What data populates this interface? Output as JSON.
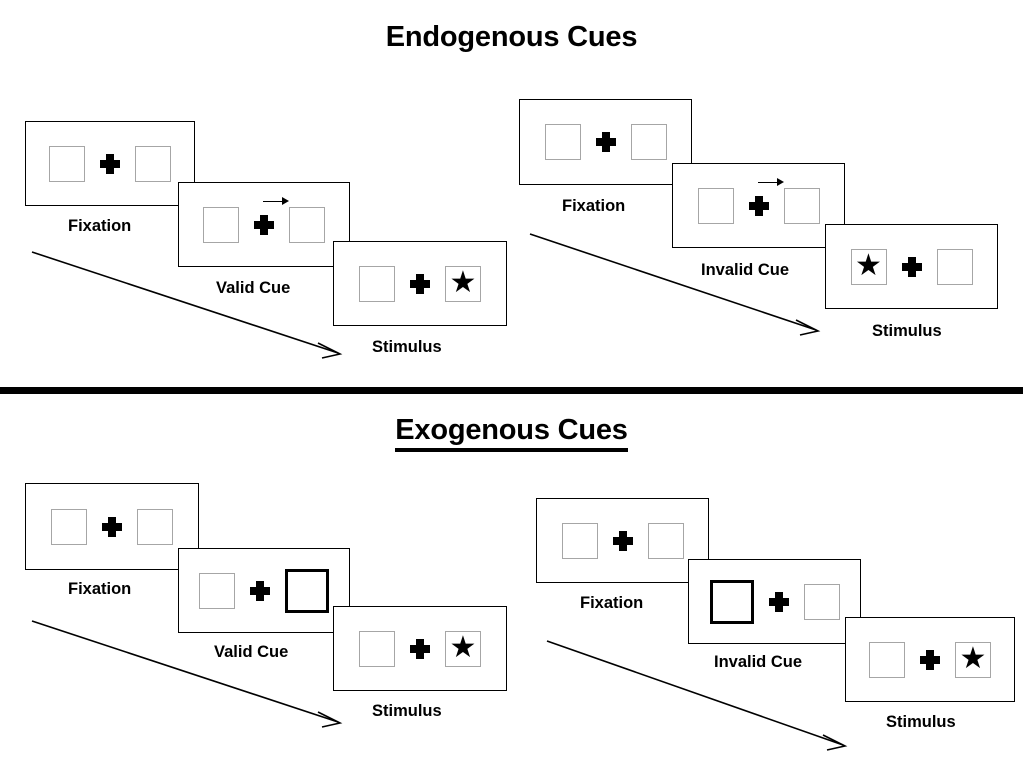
{
  "figure": {
    "title_endogenous": "Endogenous Cues",
    "title_exogenous": "Exogenous Cues",
    "colors": {
      "ink": "#000000",
      "placeholder_border": "#a6a6a6",
      "panel_border": "#000000",
      "background": "#ffffff"
    }
  },
  "sections": [
    {
      "id": "endogenous",
      "title": "Endogenous Cues",
      "conditions": [
        {
          "id": "endogenous-valid",
          "frames": [
            {
              "caption": "Fixation",
              "left_box": "empty",
              "right_box": "empty",
              "cue": "none",
              "cross": "plus"
            },
            {
              "caption": "Valid Cue",
              "left_box": "empty",
              "right_box": "empty",
              "cue": "arrow-right",
              "cross": "plus"
            },
            {
              "caption": "Stimulus",
              "left_box": "empty",
              "right_box": "star",
              "cue": "none",
              "cross": "plus"
            }
          ]
        },
        {
          "id": "endogenous-invalid",
          "frames": [
            {
              "caption": "Fixation",
              "left_box": "empty",
              "right_box": "empty",
              "cue": "none",
              "cross": "plus"
            },
            {
              "caption": "Invalid Cue",
              "left_box": "empty",
              "right_box": "empty",
              "cue": "arrow-right",
              "cross": "plus"
            },
            {
              "caption": "Stimulus",
              "left_box": "star",
              "right_box": "empty",
              "cue": "none",
              "cross": "plus"
            }
          ]
        }
      ]
    },
    {
      "id": "exogenous",
      "title": "Exogenous Cues",
      "conditions": [
        {
          "id": "exogenous-valid",
          "frames": [
            {
              "caption": "Fixation",
              "left_box": "empty",
              "right_box": "empty",
              "cue": "none",
              "cross": "plus"
            },
            {
              "caption": "Valid Cue",
              "left_box": "empty",
              "right_box": "cued",
              "cue": "box-flash-right",
              "cross": "plus"
            },
            {
              "caption": "Stimulus",
              "left_box": "empty",
              "right_box": "star",
              "cue": "none",
              "cross": "plus"
            }
          ]
        },
        {
          "id": "exogenous-invalid",
          "frames": [
            {
              "caption": "Fixation",
              "left_box": "empty",
              "right_box": "empty",
              "cue": "none",
              "cross": "plus"
            },
            {
              "caption": "Invalid Cue",
              "left_box": "cued",
              "right_box": "empty",
              "cue": "box-flash-left",
              "cross": "plus"
            },
            {
              "caption": "Stimulus",
              "left_box": "empty",
              "right_box": "star",
              "cue": "none",
              "cross": "plus"
            }
          ]
        }
      ]
    }
  ],
  "glyphs": {
    "star": "★",
    "fixation_cross": "plus-icon",
    "time_arrow": "diagonal-arrow-icon"
  },
  "captions": {
    "fixation": "Fixation",
    "valid_cue": "Valid Cue",
    "invalid_cue": "Invalid Cue",
    "stimulus": "Stimulus"
  }
}
